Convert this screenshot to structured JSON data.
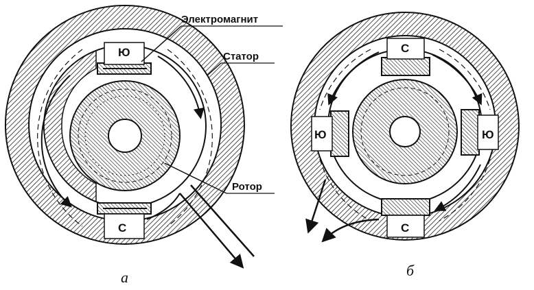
{
  "labels": {
    "electromagnet": "Электромагнит",
    "stator": "Статор",
    "rotor": "Ротор"
  },
  "poles_a": {
    "top": "Ю",
    "bottom": "С"
  },
  "poles_b": {
    "top": "С",
    "bottom": "С",
    "left": "Ю",
    "right": "Ю"
  },
  "captions": {
    "a": "а",
    "b": "б"
  },
  "colors": {
    "ink": "#111111",
    "background": "#ffffff"
  }
}
